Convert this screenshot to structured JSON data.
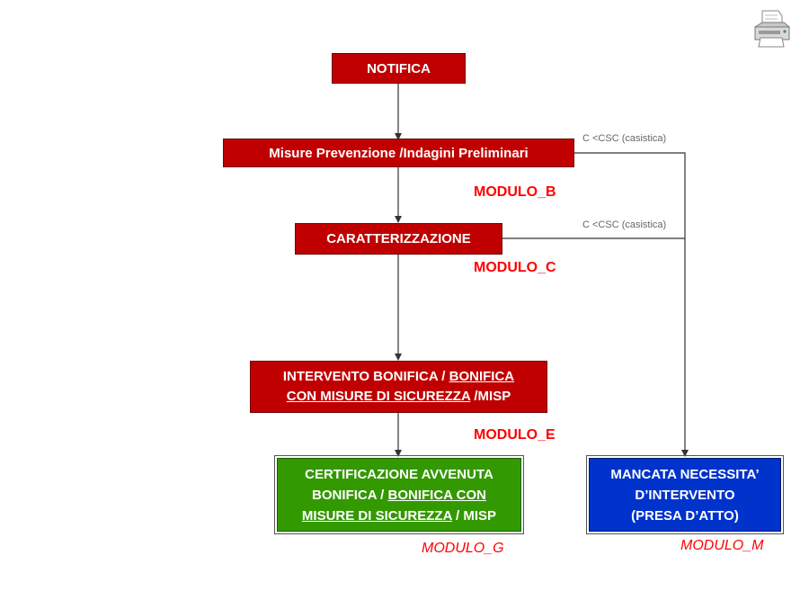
{
  "nodes": {
    "notifica": "NOTIFICA",
    "misure": "Misure Prevenzione /Indagini Preliminari",
    "caratterizzazione": "CARATTERIZZAZIONE",
    "intervento": {
      "part1": "INTERVENTO BONIFICA / ",
      "part2": "BONIFICA",
      "part3": "CON MISURE DI SICUREZZA",
      "part4": " /MISP"
    },
    "certificazione": {
      "line1": "CERTIFICAZIONE AVVENUTA",
      "line2_a": "BONIFICA / ",
      "line2_b": "BONIFICA CON",
      "line3_a": "MISURE DI SICUREZZA",
      "line3_b": " / MISP"
    },
    "mancata": {
      "line1": "MANCATA NECESSITA’",
      "line2": "D’INTERVENTO",
      "line3": "(PRESA D’ATTO)"
    }
  },
  "modules": {
    "b": "MODULO_B",
    "c": "MODULO_C",
    "e": "MODULO_E",
    "g": "MODULO_G",
    "m": "MODULO_M"
  },
  "notes": {
    "csc1": "C <CSC (casistica)",
    "csc2": "C <CSC (casistica)"
  },
  "icons": {
    "printer": "printer-icon"
  },
  "colors": {
    "red_box": "#c00000",
    "green_box": "#339900",
    "blue_box": "#0033cc",
    "module_label": "#ff0000"
  }
}
